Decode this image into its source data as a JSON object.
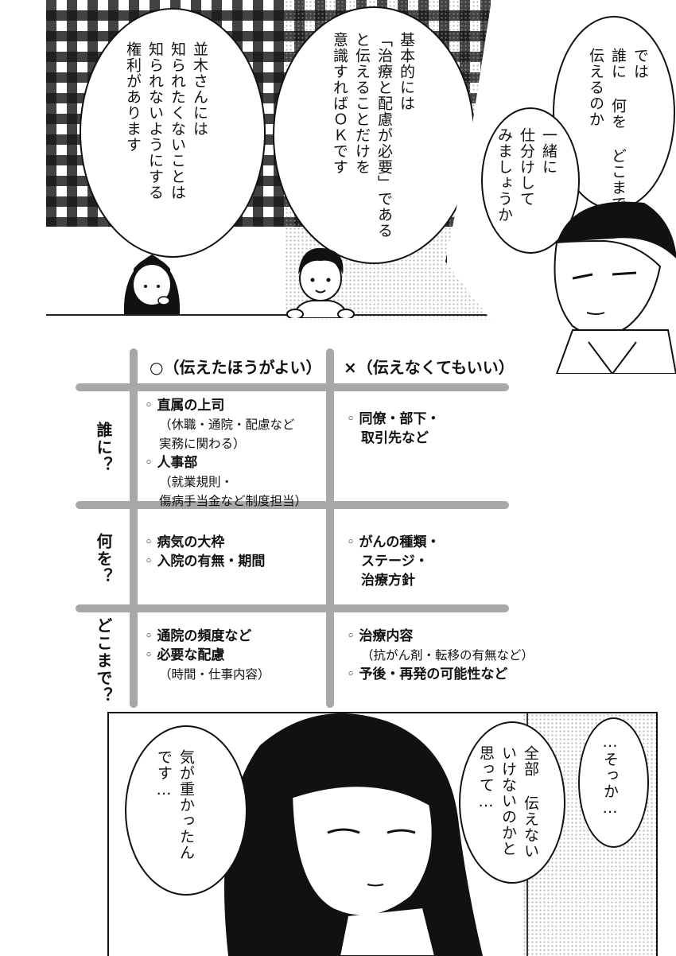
{
  "panel1": {
    "bubble_left": "並木さんには\n知られたくないことは\n知られないようにする\n権利があります",
    "bubble_center": "基本的には\n「治療と配慮が必要」である\nと伝えることだけを\n意識すればＯＫです"
  },
  "panel2": {
    "bubble_top": "では\n誰に 何を どこまで\n伝えるのか",
    "bubble_bottom": "一緒に\n仕分けして\nみましょうか"
  },
  "table": {
    "col_headers": [
      "○（伝えたほうがよい）",
      "×（伝えなくてもいい）"
    ],
    "rows": [
      {
        "label": "誰に？",
        "good": [
          {
            "item": "直属の上司",
            "sub": [
              "（休職・通院・配慮など",
              "実務に関わる）"
            ]
          },
          {
            "item": "人事部",
            "sub": [
              "（就業規則・",
              "傷病手当金など制度担当）"
            ]
          }
        ],
        "bad": [
          {
            "item": "同僚・部下・",
            "sub": []
          },
          {
            "item": "取引先など",
            "sub": []
          }
        ]
      },
      {
        "label": "何を？",
        "good": [
          {
            "item": "病気の大枠",
            "sub": []
          },
          {
            "item": "入院の有無・期間",
            "sub": []
          }
        ],
        "bad": [
          {
            "item": "がんの種類・",
            "sub": []
          },
          {
            "item": "ステージ・",
            "sub": []
          },
          {
            "item": "治療方針",
            "sub": []
          }
        ]
      },
      {
        "label": "どこまで？",
        "good": [
          {
            "item": "通院の頻度など",
            "sub": []
          },
          {
            "item": "必要な配慮",
            "sub": [
              "（時間・仕事内容）"
            ]
          }
        ],
        "bad": [
          {
            "item": "治療内容",
            "sub": [
              "（抗がん剤・転移の有無など）"
            ]
          },
          {
            "item": "予後・再発の可能性など",
            "sub": []
          }
        ]
      }
    ]
  },
  "panel3": {
    "bubble_right": "…そっか…",
    "bubble_mid": "全部 伝えない\nいけないのかと\n思って…",
    "bubble_left": "気が重かったん\nです…"
  }
}
